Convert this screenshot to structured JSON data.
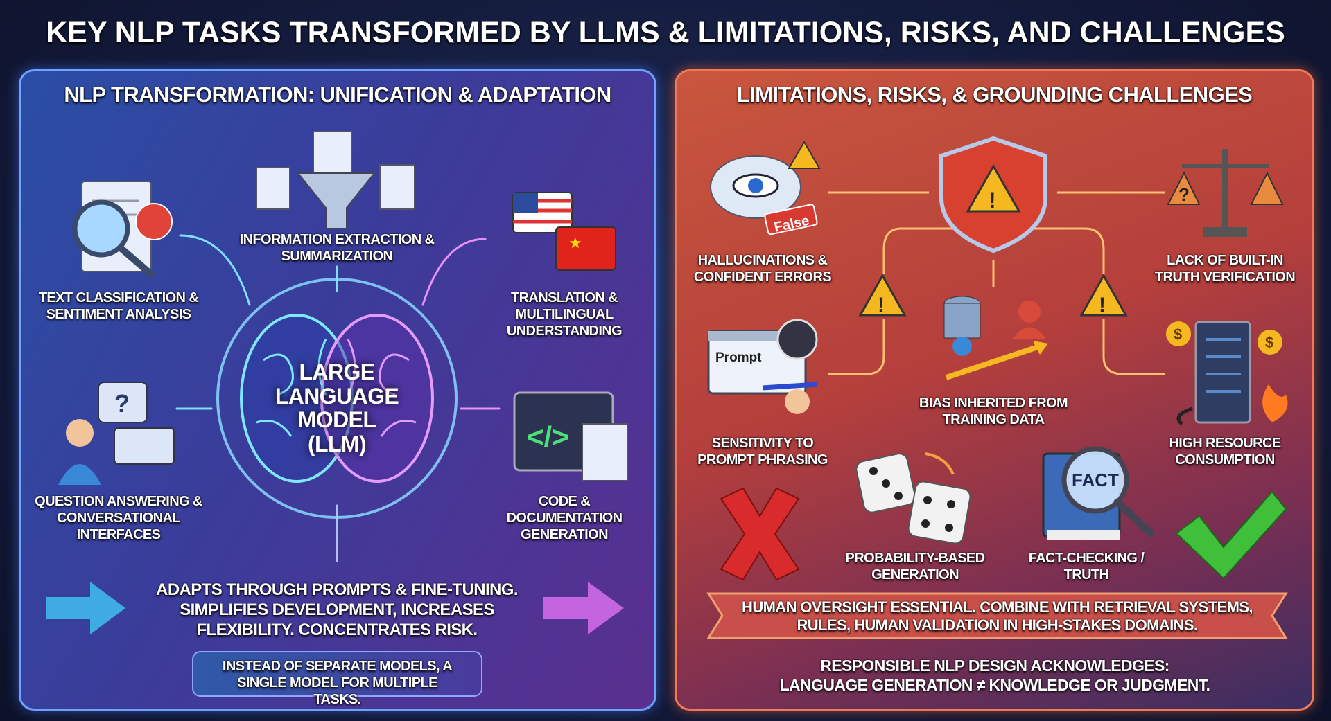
{
  "title": "KEY NLP TASKS TRANSFORMED BY LLMs & LIMITATIONS, RISKS, AND CHALLENGES",
  "left": {
    "heading": "NLP TRANSFORMATION: UNIFICATION & ADAPTATION",
    "center": {
      "line1": "LARGE",
      "line2": "LANGUAGE",
      "line3": "MODEL (LLM)"
    },
    "tasks": [
      {
        "label": "TEXT CLASSIFICATION & SENTIMENT ANALYSIS",
        "icon": "sentiment-magnifier-icon"
      },
      {
        "label": "INFORMATION EXTRACTION & SUMMARIZATION",
        "icon": "funnel-documents-icon"
      },
      {
        "label": "TRANSLATION & MULTILINGUAL UNDERSTANDING",
        "icon": "flags-translation-icon"
      },
      {
        "label": "QUESTION ANSWERING & CONVERSATIONAL INTERFACES",
        "icon": "chat-user-icon"
      },
      {
        "label": "CODE & DOCUMENTATION GENERATION",
        "icon": "code-window-icon"
      }
    ],
    "summary": "ADAPTS THROUGH PROMPTS & FINE-TUNING. SIMPLIFIES DEVELOPMENT, INCREASES FLEXIBILITY. CONCENTRATES RISK.",
    "callout": "INSTEAD OF SEPARATE MODELS, A SINGLE MODEL FOR MULTIPLE TASKS."
  },
  "right": {
    "heading": "LIMITATIONS, RISKS, & GROUNDING CHALLENGES",
    "false_tag": "False",
    "prompt_tag": "Prompt",
    "fact_tag": "FACT",
    "items": [
      {
        "label": "HALLUCINATIONS & CONFIDENT ERRORS"
      },
      {
        "label": "LACK OF BUILT-IN TRUTH VERIFICATION"
      },
      {
        "label": "BIAS INHERITED FROM TRAINING DATA"
      },
      {
        "label": "SENSITIVITY TO PROMPT PHRASING"
      },
      {
        "label": "HIGH RESOURCE CONSUMPTION"
      },
      {
        "label": "PROBABILITY-BASED GENERATION"
      },
      {
        "label": "FACT-CHECKING / TRUTH"
      }
    ],
    "ribbon": "HUMAN OVERSIGHT ESSENTIAL. COMBINE WITH RETRIEVAL SYSTEMS, RULES, HUMAN VALIDATION IN HIGH-STAKES DOMAINS.",
    "conclusion_1": "RESPONSIBLE NLP DESIGN ACKNOWLEDGES:",
    "conclusion_2": "LANGUAGE GENERATION ≠ KNOWLEDGE OR JUDGMENT."
  },
  "colors": {
    "left_border": "#6fa2ff",
    "right_border": "#f07a55",
    "warning": "#f5b820",
    "cross": "#d92b2b",
    "check": "#3fbf3a"
  }
}
